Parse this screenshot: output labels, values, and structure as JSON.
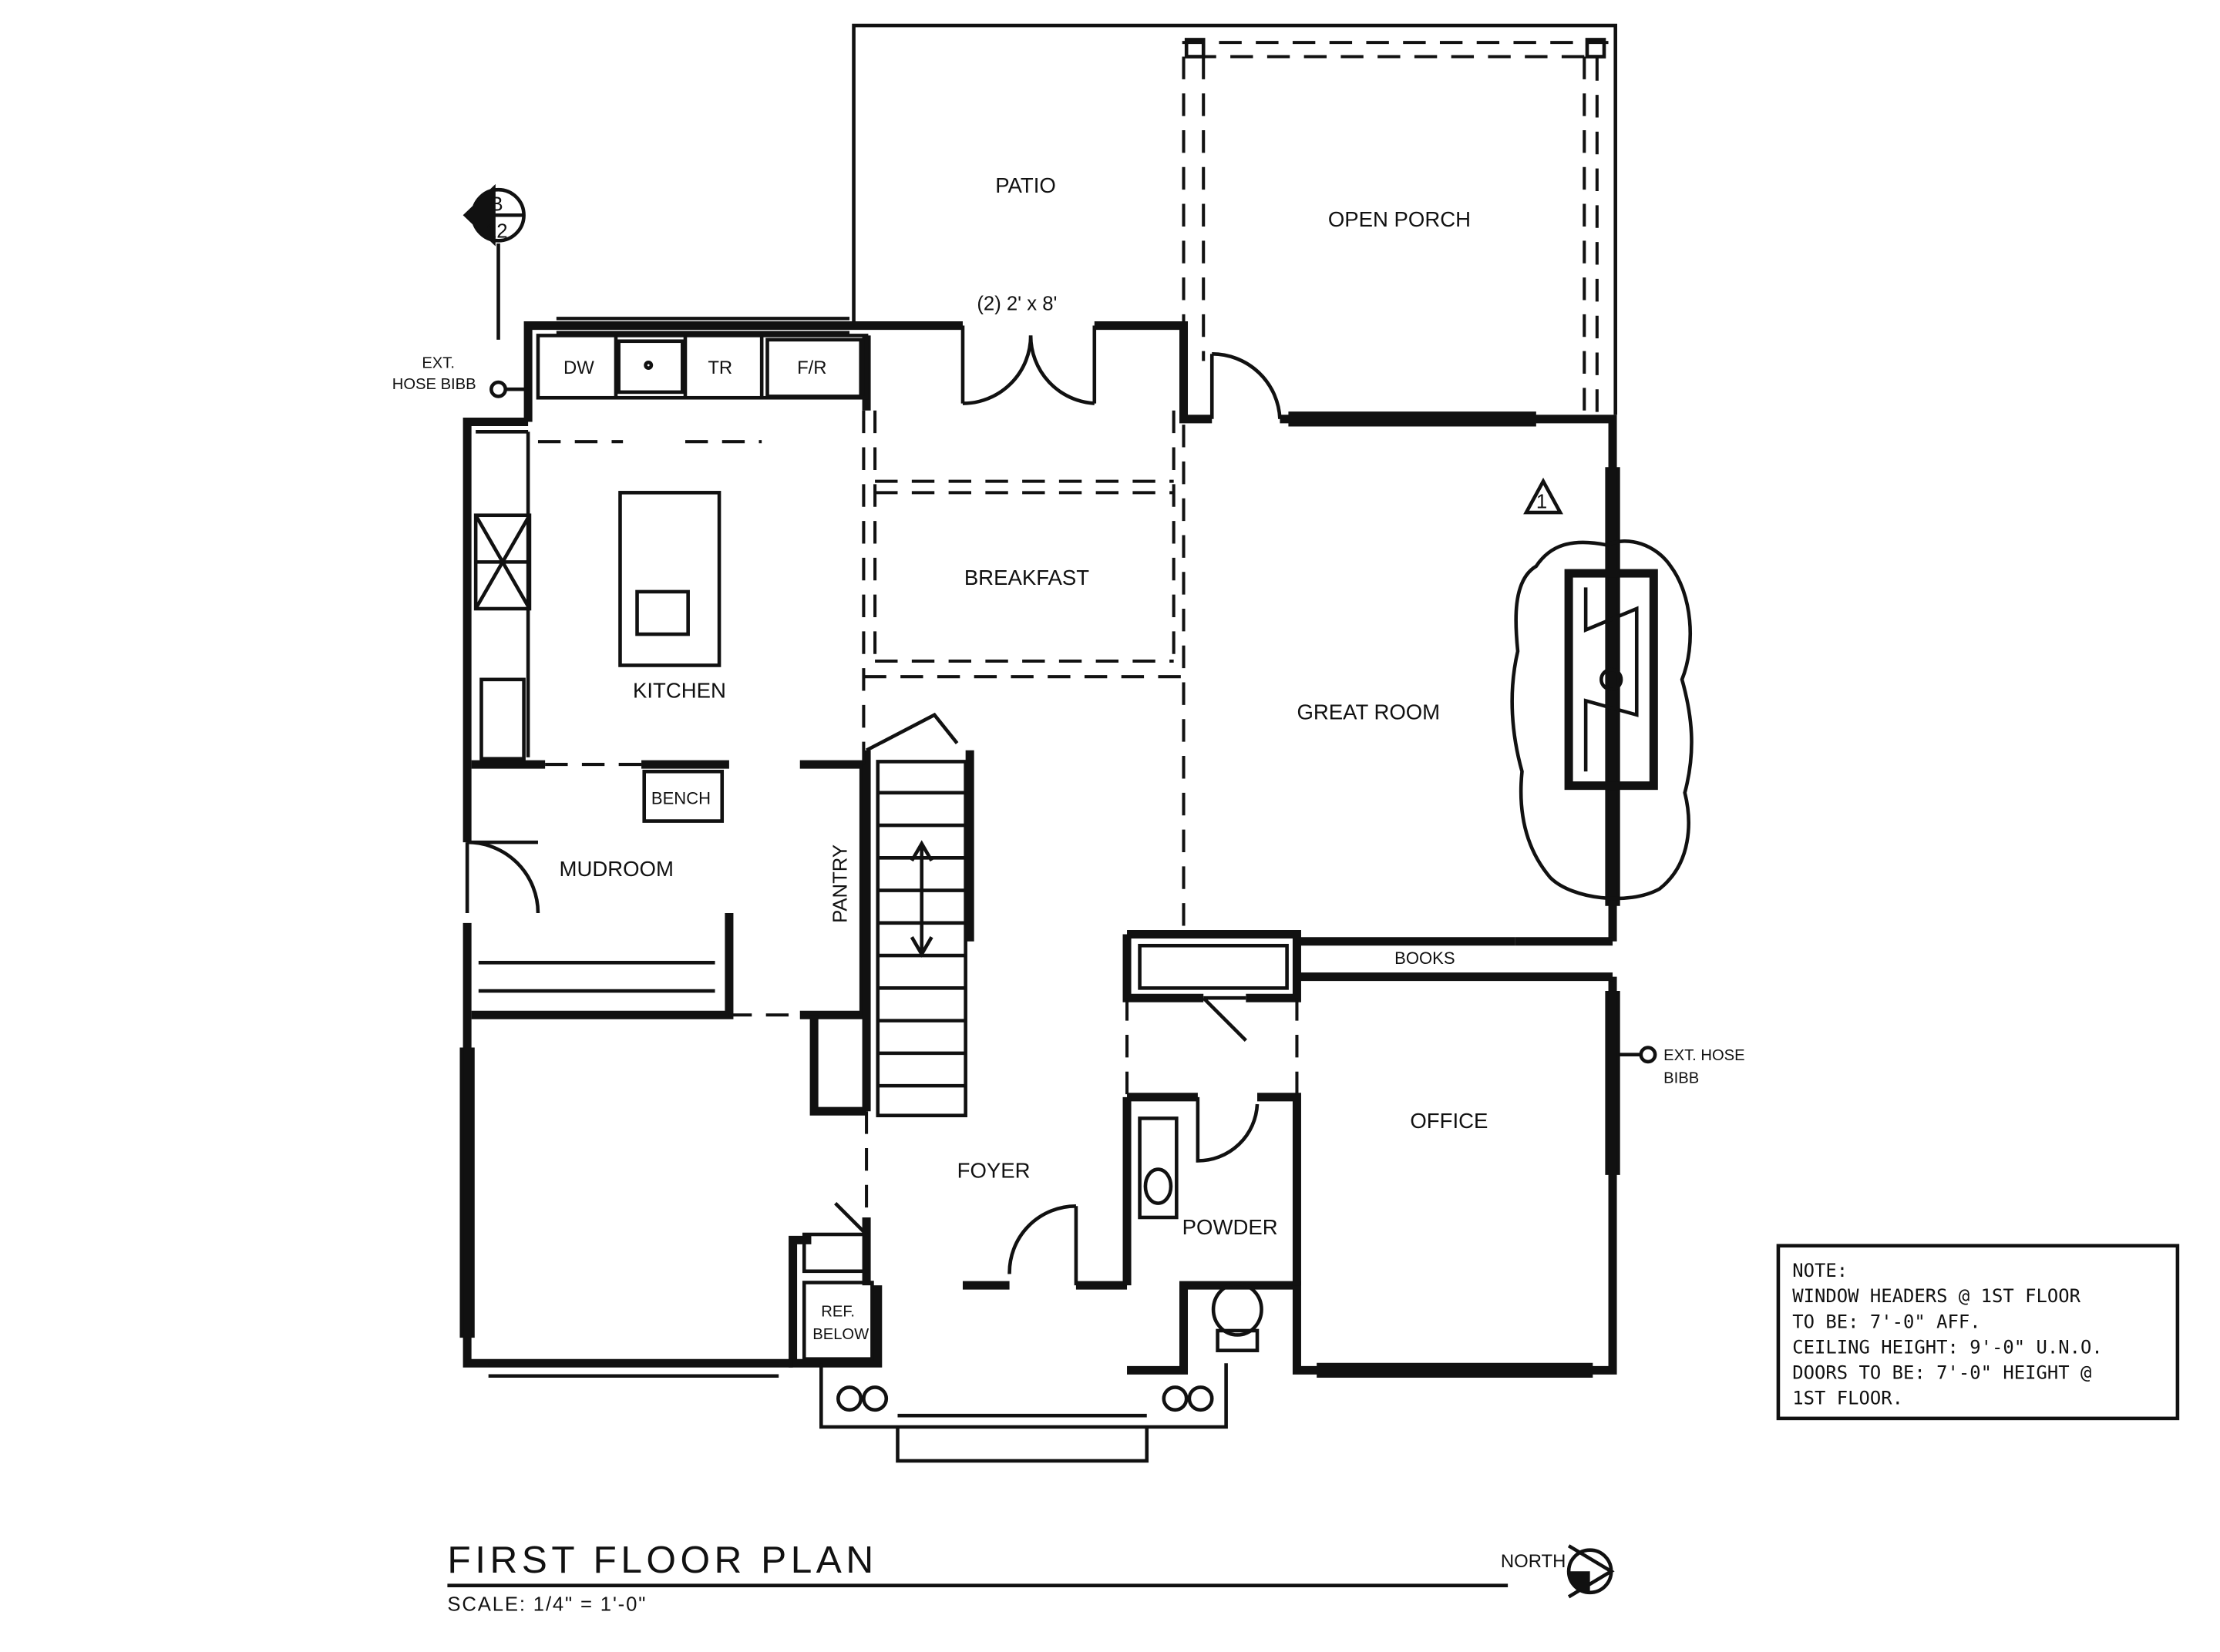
{
  "drawing": {
    "title": "FIRST FLOOR PLAN",
    "scale": "SCALE: 1/4\" = 1'-0\"",
    "north_label": "NORTH",
    "section_marker": {
      "top": "B",
      "bottom": "12"
    }
  },
  "rooms": {
    "patio": "PATIO",
    "open_porch": "OPEN PORCH",
    "breakfast": "BREAKFAST",
    "kitchen": "KITCHEN",
    "great_room": "GREAT ROOM",
    "mudroom": "MUDROOM",
    "pantry": "PANTRY",
    "foyer": "FOYER",
    "office": "OFFICE",
    "powder": "POWDER"
  },
  "labels": {
    "door_spec": "(2) 2' x 8'",
    "dw": "DW",
    "tr": "TR",
    "fr": "F/R",
    "bench": "BENCH",
    "books": "BOOKS",
    "ref": "REF.",
    "below": "BELOW",
    "hose_bibb_left_1": "EXT.",
    "hose_bibb_left_2": "HOSE BIBB",
    "hose_bibb_right_1": "EXT. HOSE",
    "hose_bibb_right_2": "BIBB",
    "revision_tag": "1"
  },
  "note": {
    "heading": "NOTE:",
    "line1": "WINDOW HEADERS @ 1ST FLOOR",
    "line2": "TO BE: 7'-0\" AFF.",
    "line3": "CEILING HEIGHT: 9'-0\" U.N.O.",
    "line4": "DOORS TO BE: 7'-0\" HEIGHT @",
    "line5": "1ST FLOOR."
  }
}
